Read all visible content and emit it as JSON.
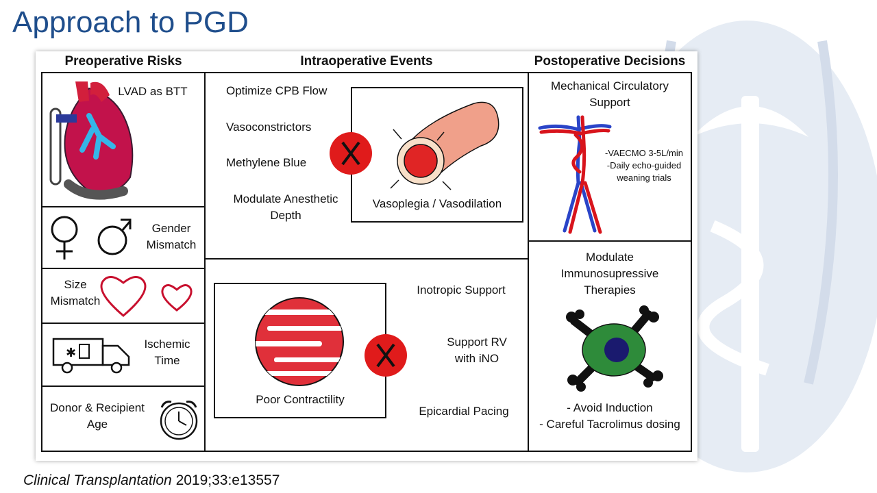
{
  "slide": {
    "title": "Approach to PGD"
  },
  "columns": {
    "preoperative": "Preoperative Risks",
    "intraoperative": "Intraoperative Events",
    "postoperative": "Postoperative Decisions"
  },
  "preoperative": {
    "lvad": "LVAD as BTT",
    "gender": [
      "Gender",
      "Mismatch"
    ],
    "size": [
      "Size",
      "Mismatch"
    ],
    "ischemic": [
      "Ischemic",
      "Time"
    ],
    "age": [
      "Donor & Recipient",
      "Age"
    ]
  },
  "intraoperative": {
    "items_top": [
      "Optimize CPB Flow",
      "Vasoconstrictors",
      "Methylene Blue"
    ],
    "anesthetic": [
      "Modulate Anesthetic",
      "Depth"
    ],
    "vasoplegia": "Vasoplegia / Vasodilation",
    "contractility": "Poor Contractility",
    "inotropic": "Inotropic Support",
    "support_rv": [
      "Support RV",
      "with iNO"
    ],
    "pacing": "Epicardial Pacing",
    "x_mark": "X"
  },
  "postoperative": {
    "mcs": [
      "Mechanical Circulatory",
      "Support"
    ],
    "vaecmo": [
      "-VAECMO 3-5L/min",
      "-Daily echo-guided",
      "weaning trials"
    ],
    "immuno": [
      "Modulate",
      "Immunosupressive",
      "Therapies"
    ],
    "avoid": "- Avoid Induction",
    "tacrolimus": "- Careful Tacrolimus dosing"
  },
  "citation": {
    "journal": "Clinical Transplantation",
    "ref": "2019;33:e13557"
  },
  "colors": {
    "title_blue": "#1f4e8c",
    "x_red": "#e01b1b",
    "heart_red": "#d21f3c",
    "vessel_pink": "#f0a08a",
    "cell_green": "#2e8b3a",
    "nucleus": "#1a1a6e"
  }
}
